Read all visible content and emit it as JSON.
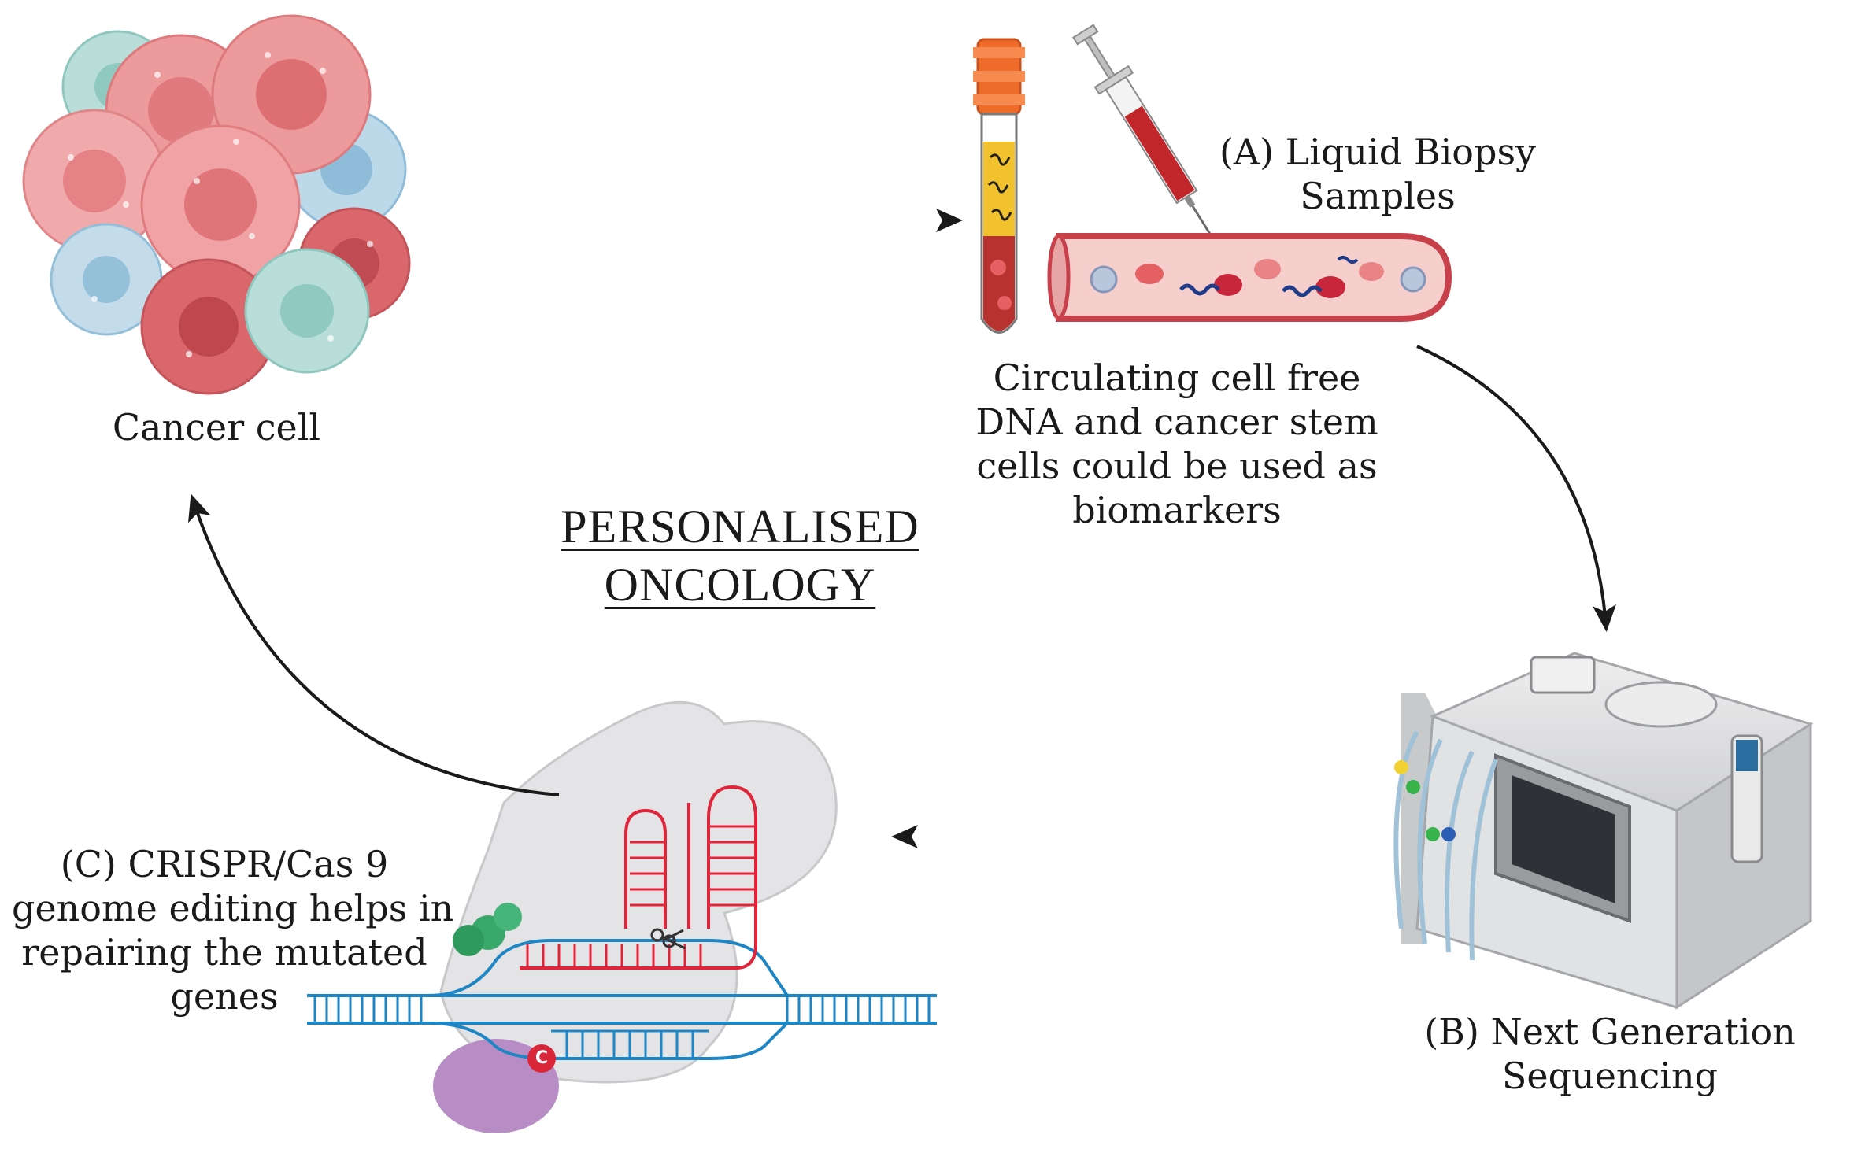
{
  "title": {
    "line1": "PERSONALISED",
    "line2": "ONCOLOGY"
  },
  "nodes": {
    "cancer_cell": {
      "label": "Cancer cell"
    },
    "liquid_biopsy": {
      "line1": "(A) Liquid Biopsy",
      "line2": "Samples"
    },
    "biomarkers": {
      "line1": "Circulating cell free",
      "line2": "DNA and cancer stem",
      "line3": "cells could be used as",
      "line4": "biomarkers"
    },
    "ngs": {
      "line1": "(B) Next Generation",
      "line2": "Sequencing"
    },
    "crispr": {
      "line1": "(C) CRISPR/Cas 9",
      "line2": "genome editing helps in",
      "line3": "repairing the mutated",
      "line4": "genes",
      "badge": "C"
    }
  },
  "colors": {
    "cancer_pink": "#ec9a9c",
    "cancer_red": "#d9676c",
    "cell_teal": "#b9ded9",
    "cell_blue": "#bcd9ea",
    "tube_cap": "#ef6b2a",
    "blood_red": "#b8322f",
    "dna_blue": "#1f86c5",
    "rna_red": "#e0243a",
    "cas9_gray": "#e4e4e6",
    "machine_gray": "#d6d7d9"
  }
}
